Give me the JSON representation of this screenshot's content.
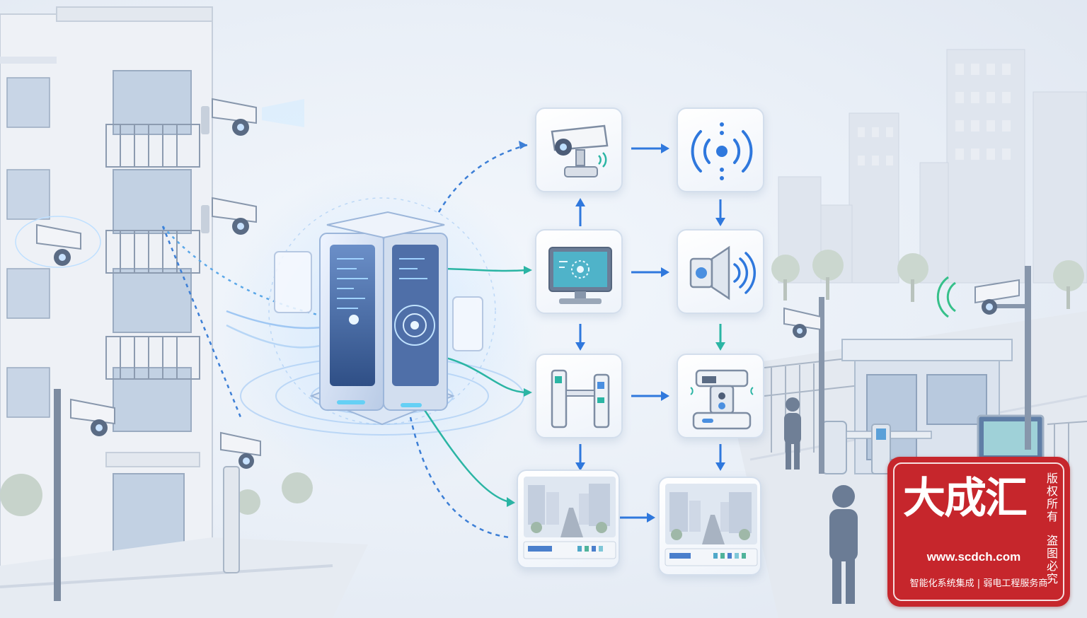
{
  "colors": {
    "accent_blue": "#2f78dd",
    "accent_teal": "#2bb5a4",
    "stamp_red": "#c6262c"
  },
  "diagram": {
    "nodes": [
      {
        "id": "camera",
        "icon": "surveillance-camera-icon"
      },
      {
        "id": "signal",
        "icon": "wireless-signal-icon"
      },
      {
        "id": "monitor",
        "icon": "monitor-icon"
      },
      {
        "id": "alarm",
        "icon": "alarm-speaker-icon"
      },
      {
        "id": "gate",
        "icon": "turnstile-gate-icon"
      },
      {
        "id": "reader",
        "icon": "access-reader-icon"
      },
      {
        "id": "video1",
        "icon": "street-video-icon"
      },
      {
        "id": "video2",
        "icon": "street-video-icon"
      }
    ]
  },
  "watermark": {
    "logo_text": "大成汇",
    "side_text_top": "版权所有",
    "side_text_bottom": "盗图必究",
    "url": "www.scdch.com",
    "footer": "智能化系统集成 | 弱电工程服务商"
  }
}
